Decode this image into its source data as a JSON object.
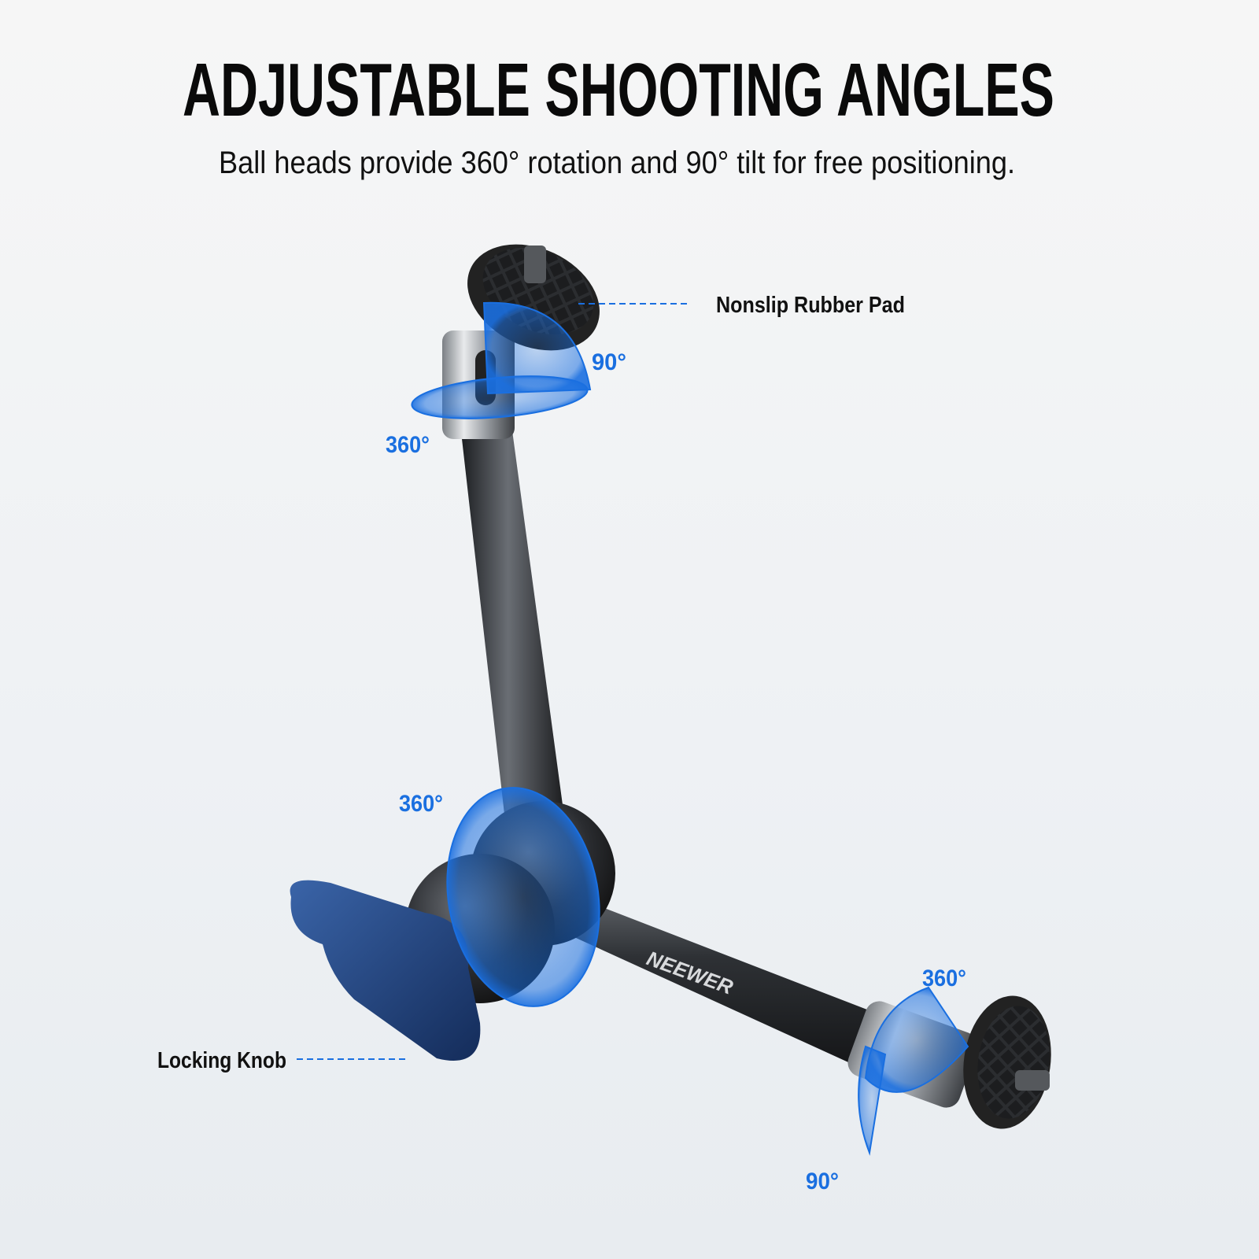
{
  "header": {
    "title": "ADJUSTABLE SHOOTING ANGLES",
    "subtitle": "Ball heads provide 360° rotation and 90° tilt for free positioning."
  },
  "callouts": {
    "top_pad": "Nonslip Rubber Pad",
    "knob": "Locking Knob"
  },
  "angles": {
    "top_tilt": "90°",
    "top_rotation": "360°",
    "middle_rotation": "360°",
    "bottom_rotation": "360°",
    "bottom_tilt": "90°"
  },
  "product": {
    "brand": "NEEWER"
  },
  "colors": {
    "accent_blue": "#1a6fe0",
    "knob_blue": "#1f3f7a",
    "arm_dark": "#2a2d31"
  }
}
